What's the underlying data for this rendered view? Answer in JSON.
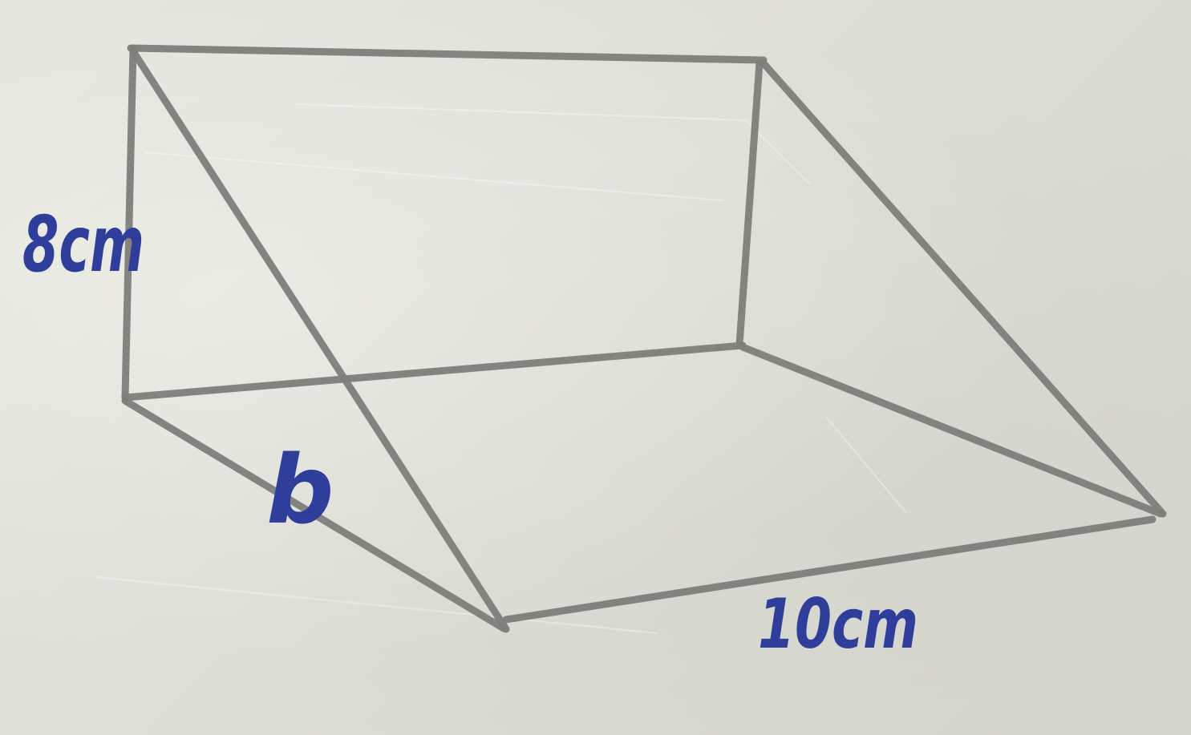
{
  "labels": {
    "height": "8cm",
    "slant": "b",
    "length": "10cm"
  },
  "colors": {
    "ink_pencil": "#7d7e79",
    "ink_pen": "#2f3e9a",
    "paper": "#dfe0d8"
  }
}
